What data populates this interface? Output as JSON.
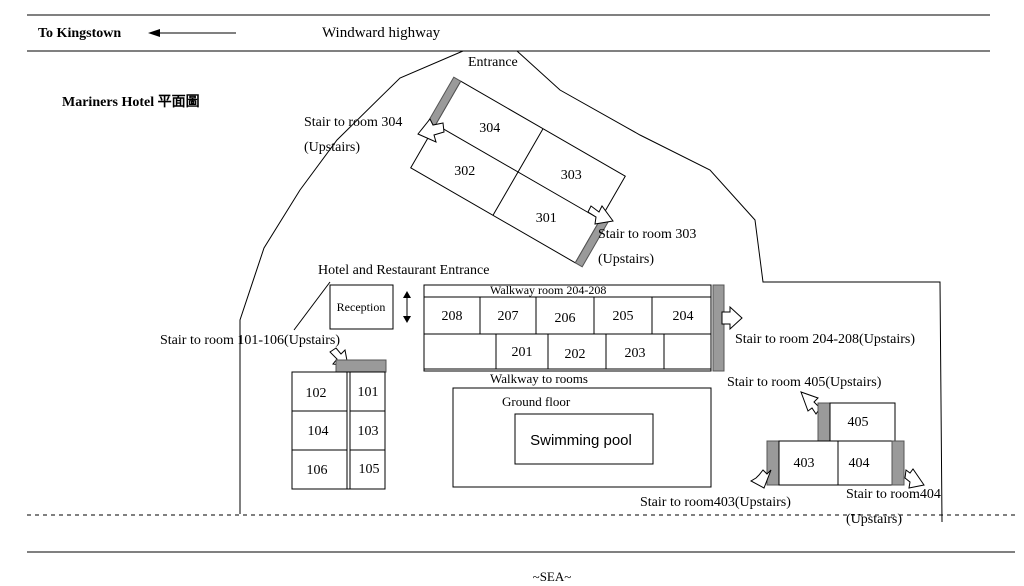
{
  "header": {
    "to_kingstown": "To Kingstown",
    "highway": "Windward highway",
    "entrance": "Entrance"
  },
  "title": "Mariners Hotel 平面圖",
  "block_300": {
    "rooms": [
      "304",
      "303",
      "302",
      "301"
    ],
    "stair_304_line1": "Stair to room 304",
    "stair_304_line2": "(Upstairs)",
    "stair_303_line1": "Stair to room 303",
    "stair_303_line2": "(Upstairs)"
  },
  "hotel_entrance": "Hotel and Restaurant Entrance",
  "reception": "Reception",
  "block_200": {
    "walkway_top": "Walkway room 204-208",
    "top_rooms": [
      "208",
      "207",
      "206",
      "205",
      "204"
    ],
    "bottom_rooms": [
      "201",
      "202",
      "203"
    ],
    "stair_label": "Stair to room 204-208(Upstairs)",
    "walkway_bottom": "Walkway to rooms"
  },
  "block_100": {
    "stair_label": "Stair to room 101-106(Upstairs)",
    "left_rooms": [
      "102",
      "104",
      "106"
    ],
    "right_rooms": [
      "101",
      "103",
      "105"
    ]
  },
  "pool": {
    "ground_floor": "Ground floor",
    "label": "Swimming pool"
  },
  "block_400": {
    "stair_405": "Stair to room 405(Upstairs)",
    "room_405": "405",
    "room_403": "403",
    "room_404": "404",
    "stair_403": "Stair to room403(Upstairs)",
    "stair_404_line1": "Stair to room404",
    "stair_404_line2": "(Upstairs)"
  },
  "sea": "~SEA~"
}
